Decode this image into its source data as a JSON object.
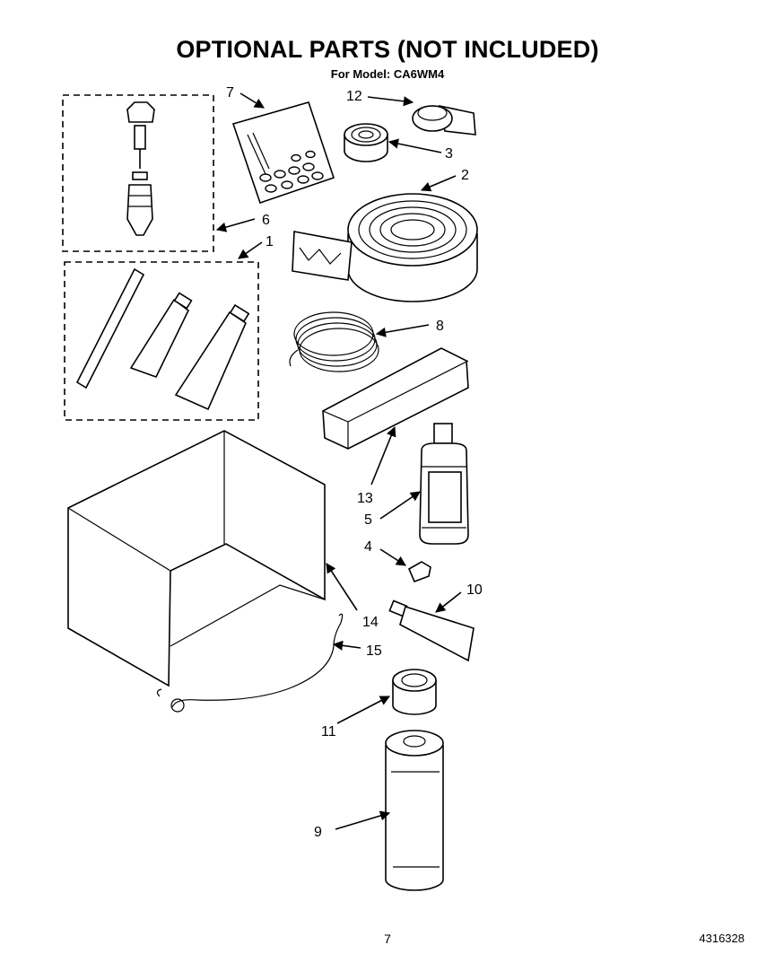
{
  "header": {
    "title": "OPTIONAL PARTS (NOT INCLUDED)",
    "subtitle": "For Model: CA6WM4"
  },
  "callouts": [
    "1",
    "2",
    "3",
    "4",
    "5",
    "6",
    "7",
    "8",
    "9",
    "10",
    "11",
    "12",
    "13",
    "14",
    "15"
  ],
  "footer": {
    "page_number": "7",
    "document_number": "4316328"
  }
}
